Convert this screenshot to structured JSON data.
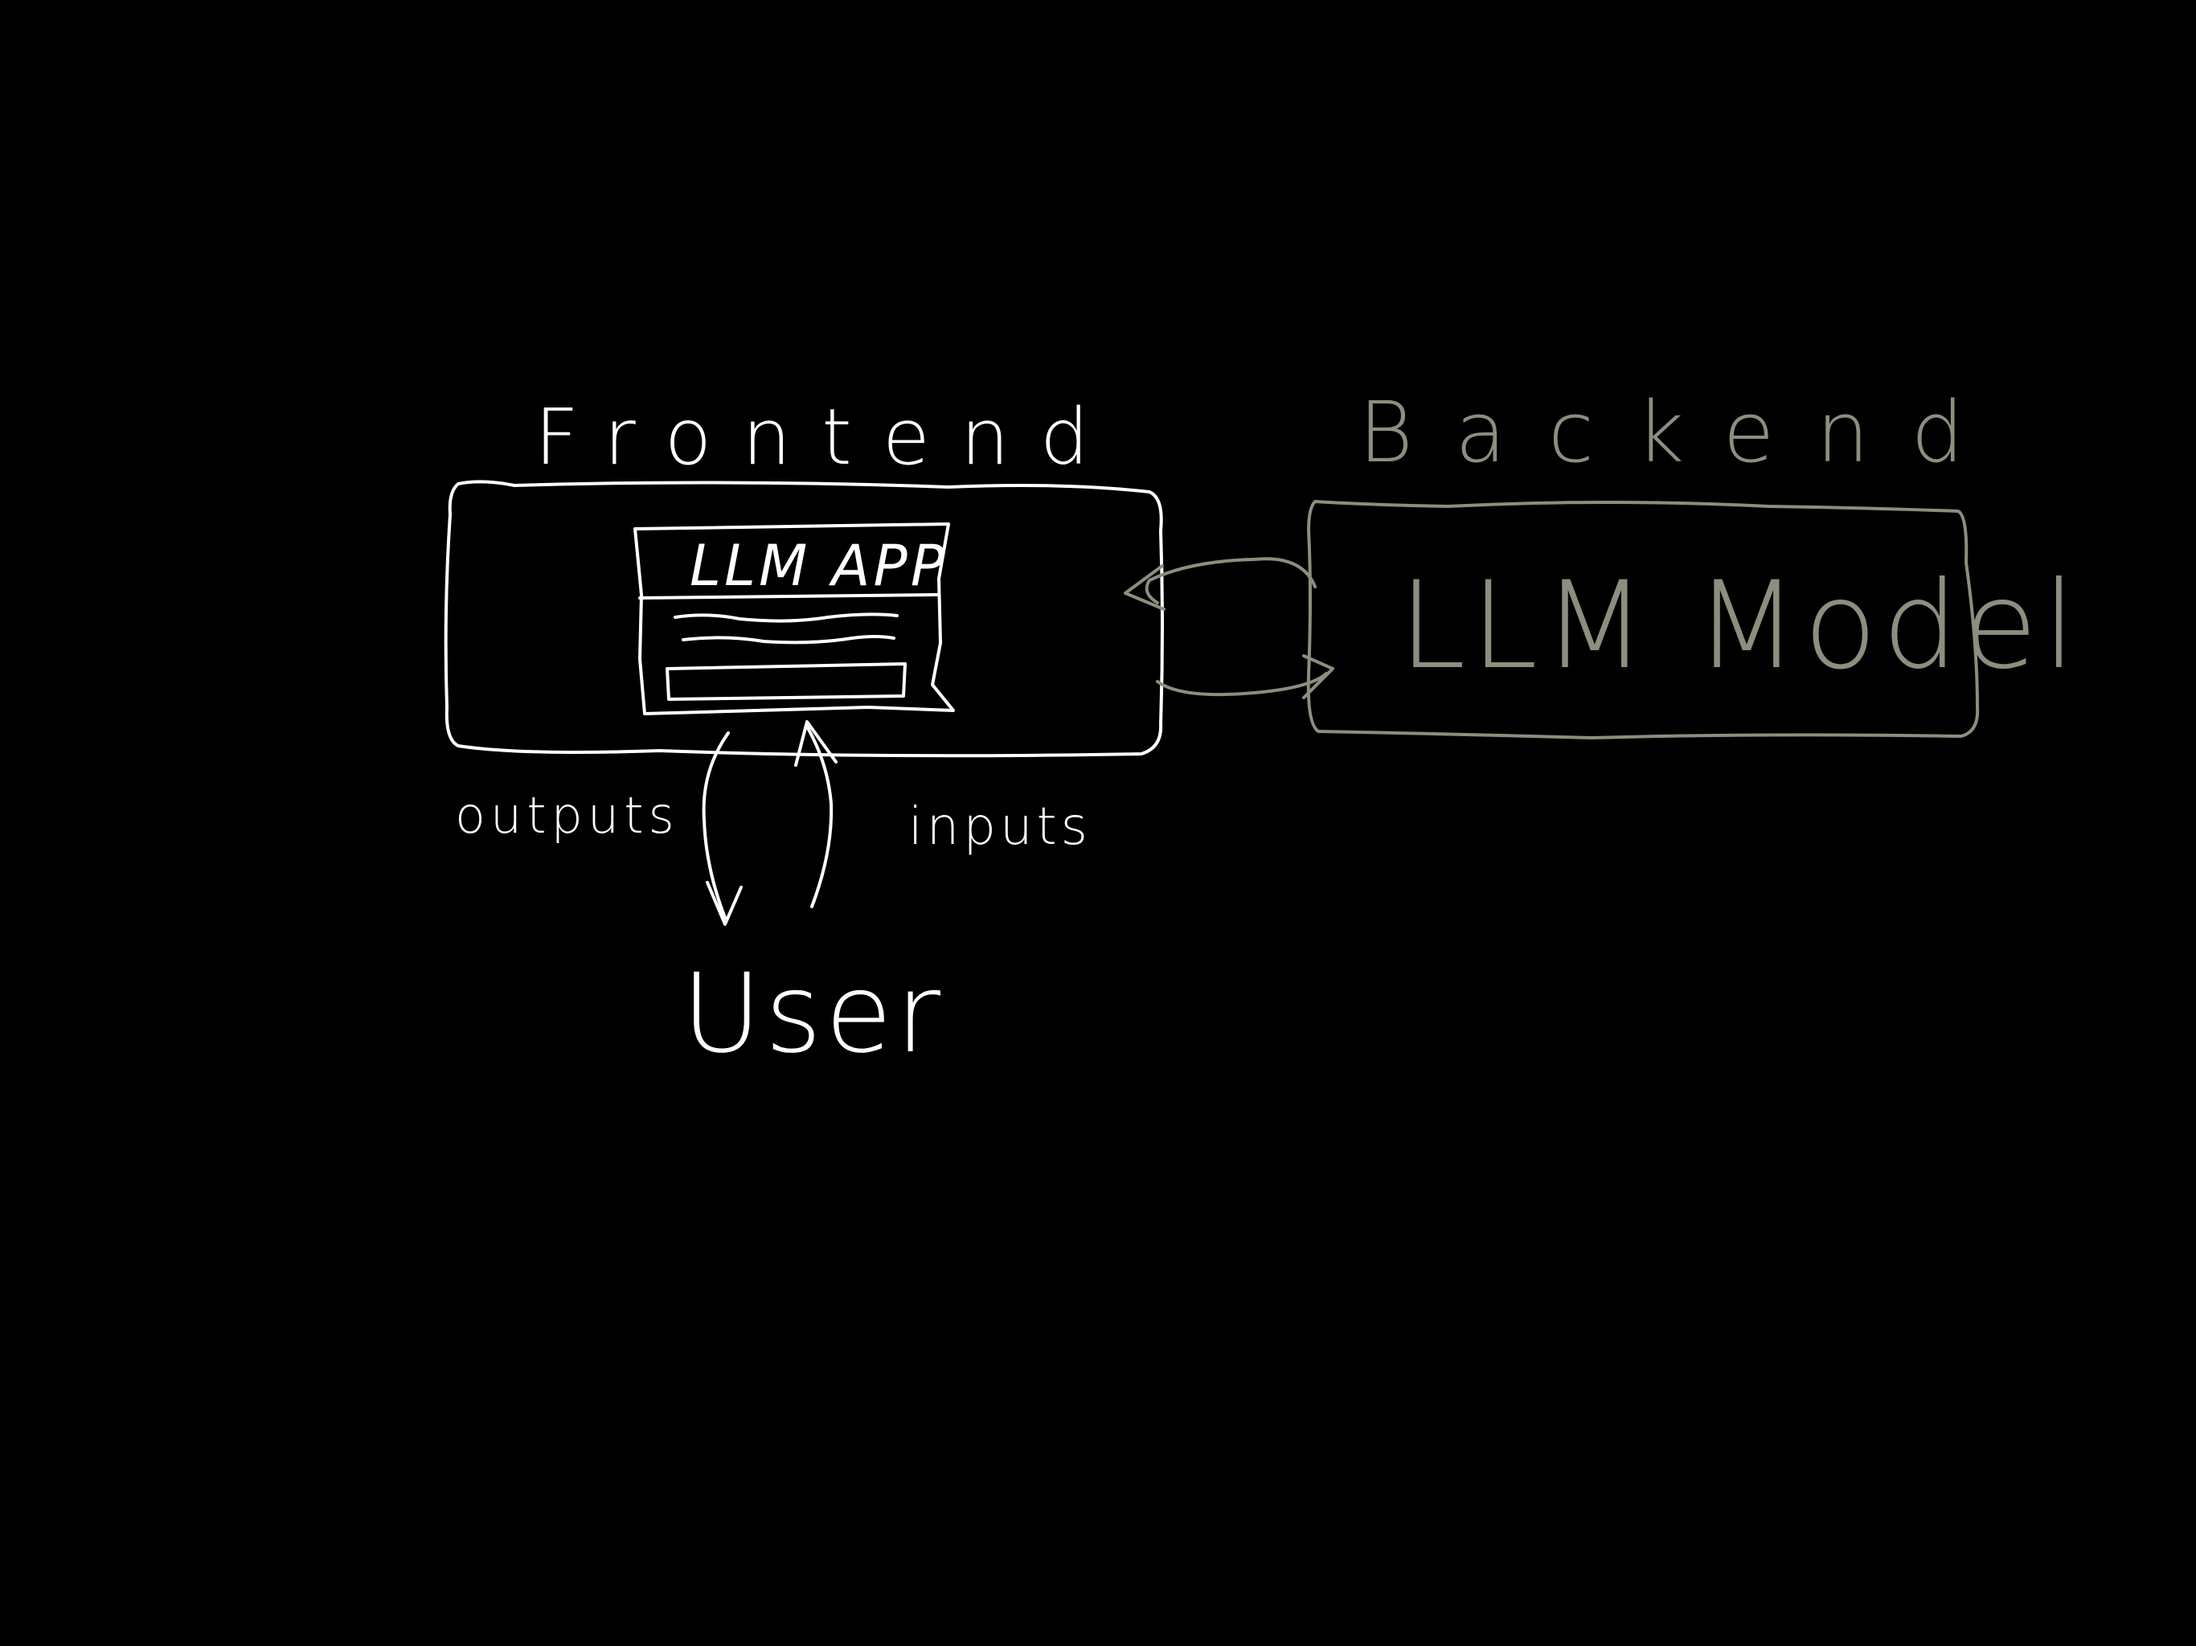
{
  "colors": {
    "background": "#000000",
    "frontend_ink": "#ffffff",
    "backend_ink": "#8a8f7e"
  },
  "frontend": {
    "title": "Frontend",
    "app": {
      "title": "LLM APP"
    }
  },
  "backend": {
    "title": "Backend",
    "model_label": "LLM Model"
  },
  "user": {
    "label": "User"
  },
  "arrows": {
    "outputs_label": "outputs",
    "inputs_label": "inputs"
  }
}
